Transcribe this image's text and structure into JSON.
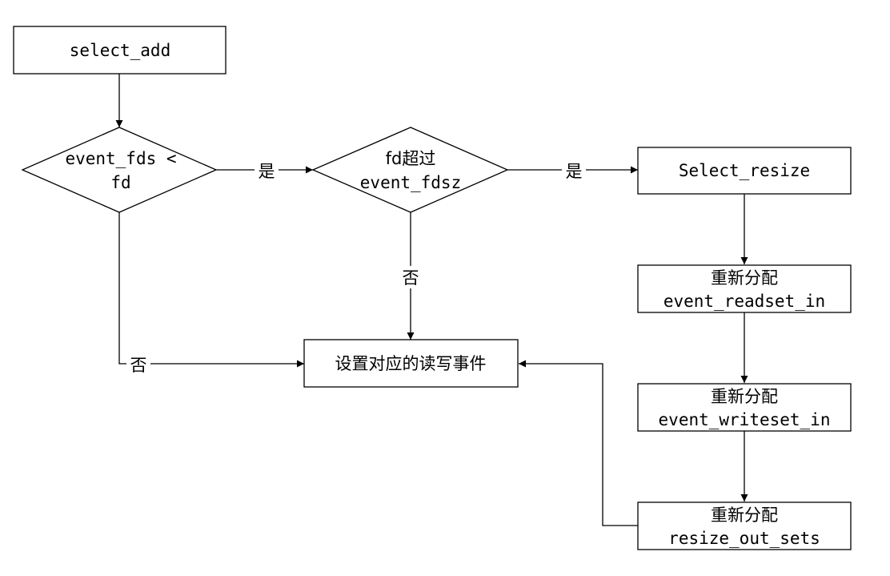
{
  "nodes": {
    "select_add": "select_add",
    "cond1": {
      "line1": "event_fds <",
      "line2": "fd"
    },
    "cond2": {
      "line1": "fd超过",
      "line2": "event_fdsz"
    },
    "select_resize": "Select_resize",
    "realloc_readset": {
      "line1": "重新分配",
      "line2": "event_readset_in"
    },
    "realloc_writeset": {
      "line1": "重新分配",
      "line2": "event_writeset_in"
    },
    "realloc_outsets": {
      "line1": "重新分配",
      "line2": "resize_out_sets"
    },
    "set_events": "设置对应的读写事件"
  },
  "edges": {
    "yes1": "是",
    "yes2": "是",
    "no1": "否",
    "no2": "否"
  },
  "colors": {
    "stroke": "#000000",
    "fill": "#ffffff"
  }
}
